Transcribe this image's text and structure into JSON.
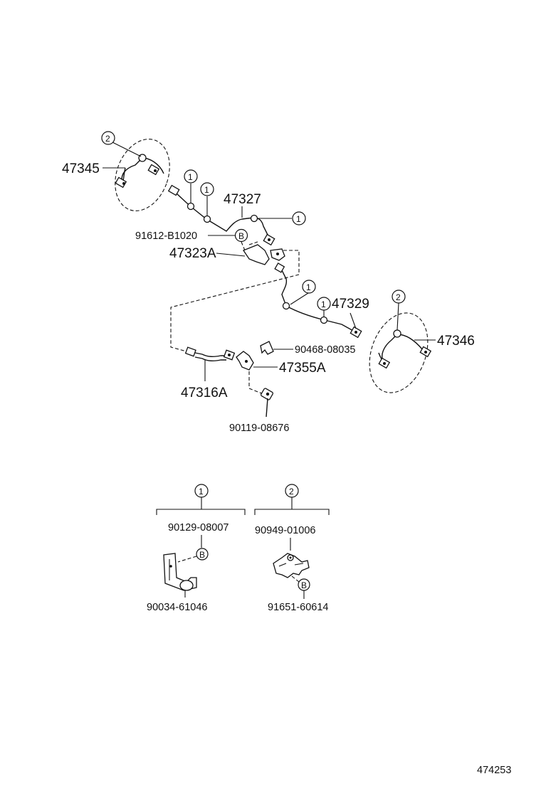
{
  "parts": {
    "p47345": "47345",
    "p47327": "47327",
    "p91612": "91612-B1020",
    "p47323A": "47323A",
    "p47329": "47329",
    "p47346": "47346",
    "p90468": "90468-08035",
    "p47355A": "47355A",
    "p47316A": "47316A",
    "p90119": "90119-08676",
    "p90129": "90129-08007",
    "p90949": "90949-01006",
    "p90034": "90034-61046",
    "p91651": "91651-60614"
  },
  "callouts": {
    "one": "1",
    "two": "2",
    "b": "B"
  },
  "footer": {
    "figure_number": "474253"
  }
}
